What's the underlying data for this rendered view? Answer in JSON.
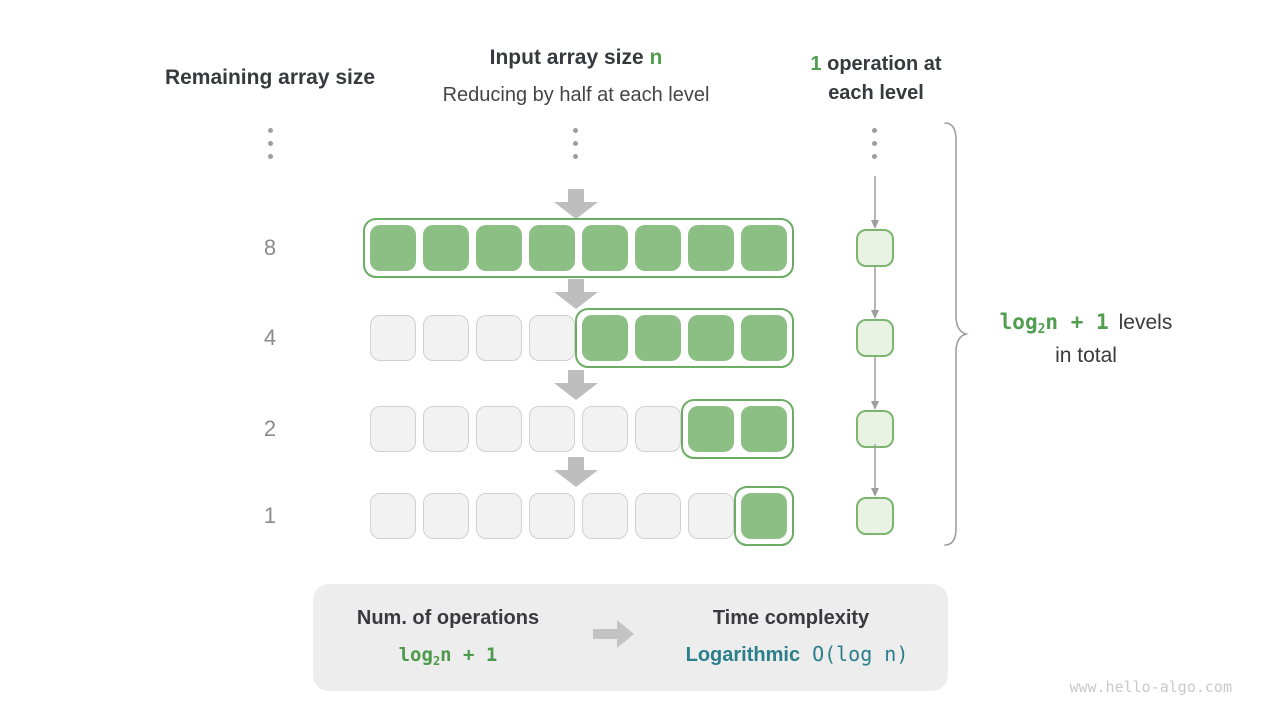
{
  "colors": {
    "green_text": "#519E51",
    "teal_text": "#2B7F8A",
    "cell_green_fill": "#8CBF84",
    "group_outline_green": "#6BAD63",
    "ops_cell_fill": "#E9F3E4",
    "ops_cell_border": "#7CB56F",
    "gray_cell_fill": "#F2F2F2",
    "arrow_gray": "#BEBEBE",
    "text_dark": "#37393E",
    "row_label_gray": "#8A8A8A"
  },
  "headers": {
    "left": "Remaining array size",
    "middle_title": "Input array size ",
    "middle_title_var": "n",
    "middle_subtitle": "Reducing by half at each level",
    "right_num": "1",
    "right_line1": " operation at",
    "right_line2": "each level"
  },
  "rows": [
    {
      "label": "8",
      "cells": 8,
      "green_start": 0
    },
    {
      "label": "4",
      "cells": 8,
      "green_start": 4
    },
    {
      "label": "2",
      "cells": 8,
      "green_start": 6
    },
    {
      "label": "1",
      "cells": 8,
      "green_start": 7
    }
  ],
  "ops": {
    "count": 4
  },
  "brace_note": {
    "code": "log",
    "sub": "2",
    "code_rest": "n + 1",
    "text": "levels",
    "text2": "in total"
  },
  "summary": {
    "left_title": "Num. of operations",
    "left_code": "log",
    "left_sub": "2",
    "left_code_rest": "n + 1",
    "right_title": "Time complexity",
    "right_word": "Logarithmic",
    "right_code": "O(log n)"
  },
  "watermark": "www.hello-algo.com"
}
